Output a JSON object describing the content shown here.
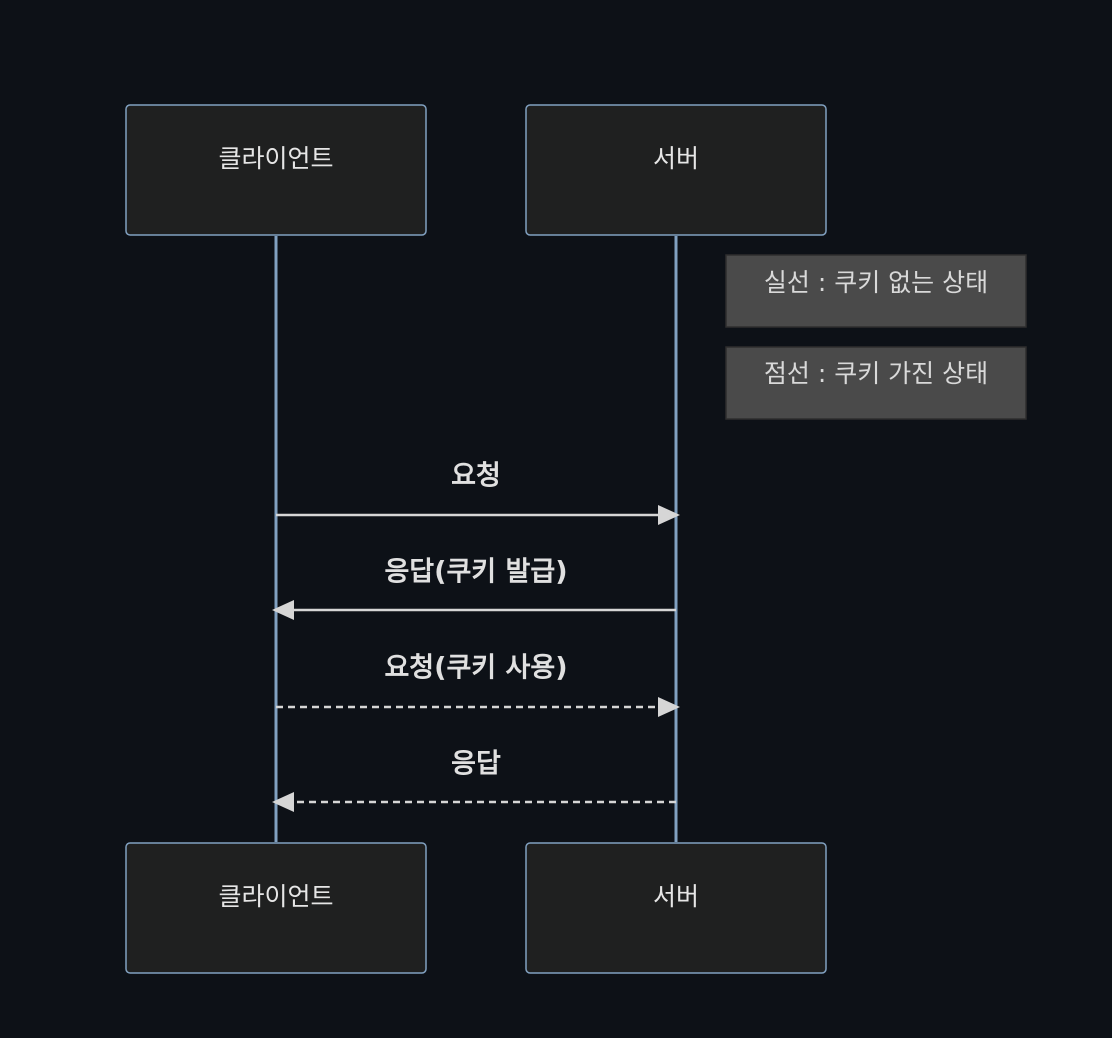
{
  "participants": [
    {
      "id": "client",
      "label": "클라이언트"
    },
    {
      "id": "server",
      "label": "서버"
    }
  ],
  "notes": [
    {
      "text": "실선 : 쿠키 없는 상태"
    },
    {
      "text": "점선 : 쿠키 가진 상태"
    }
  ],
  "messages": [
    {
      "from": "client",
      "to": "server",
      "label": "요청",
      "style": "solid"
    },
    {
      "from": "server",
      "to": "client",
      "label": "응답(쿠키 발급)",
      "style": "solid"
    },
    {
      "from": "client",
      "to": "server",
      "label": "요청(쿠키 사용)",
      "style": "dashed"
    },
    {
      "from": "server",
      "to": "client",
      "label": "응답",
      "style": "dashed"
    }
  ],
  "colors": {
    "background": "#0d1117",
    "actor_fill": "#1f2020",
    "actor_border": "#81a1c1",
    "lifeline": "#81a1c1",
    "note_fill": "#4a4a4a",
    "message_line": "#d6d6d6",
    "text": "#e6e6e6"
  }
}
